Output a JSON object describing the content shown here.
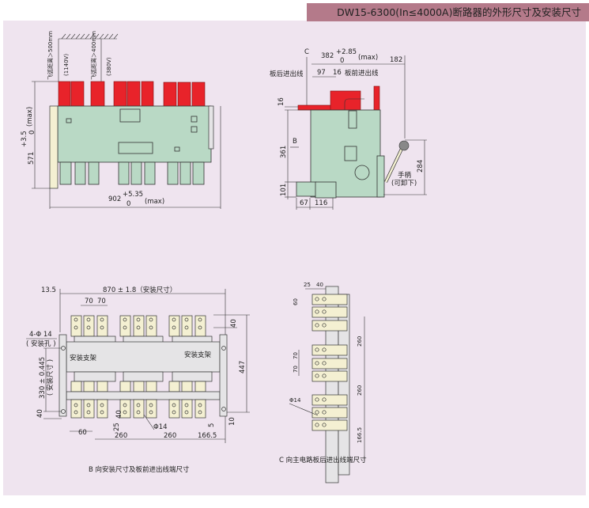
{
  "header": {
    "title": "DW15-6300(In≤4000A)断路器的外形尺寸及安装尺寸"
  },
  "colors": {
    "header_bg": "#b47a8a",
    "panel_bg": "#efe4ef",
    "terminal_red": "#e8232a",
    "body_green": "#b9d9c5"
  },
  "front_view": {
    "clearance_1140": "飞弧距离＞500mm",
    "voltage_1140": "(1140V)",
    "clearance_380": "飞弧距离＞400mm",
    "voltage_380": "(380V)",
    "height_dim": "571",
    "height_tol_plus": "+3.5",
    "height_tol_minus": "0",
    "height_max": "(max)",
    "width_dim": "902",
    "width_tol_plus": "+5.35",
    "width_tol_minus": "0",
    "width_max": "(max)"
  },
  "side_view": {
    "c_marker": "C",
    "b_marker": "B",
    "depth_dim": "382",
    "depth_tol_plus": "+2.85",
    "depth_tol_minus": "0",
    "depth_max": "(max)",
    "handle_dim": "182",
    "rear_label": "板后进出线",
    "front_label": "板前进出线",
    "dim_97": "97",
    "dim_16_top": "16",
    "dim_16_left": "16",
    "dim_361": "361",
    "dim_101": "101",
    "dim_67": "67",
    "dim_116": "116",
    "dim_284": "284",
    "handle_label": "手柄",
    "handle_note": "(可卸下)"
  },
  "b_view": {
    "dim_13_5": "13.5",
    "install_width": "870 ± 1.8（安装尺寸）",
    "dim_70a": "70",
    "dim_70b": "70",
    "holes": "4-Φ 14",
    "holes_note": "( 安装孔 )",
    "bracket_left": "安装支架",
    "bracket_right": "安装支架",
    "install_height": "330 ± 0.445",
    "install_height_note": "( 安装尺寸 )",
    "dim_40_left": "40",
    "dim_40_right": "40",
    "dim_447": "447",
    "dim_40_mid": "40",
    "dim_25": "25",
    "dim_60": "60",
    "phi14": "Φ14",
    "dim_5": "5",
    "dim_10": "10",
    "dim_260a": "260",
    "dim_260b": "260",
    "dim_166_5": "166.5",
    "caption": "B 向安装尺寸及板前进出线端尺寸"
  },
  "c_view": {
    "dim_25": "25",
    "dim_40": "40",
    "dim_60": "60",
    "dim_70a": "70",
    "dim_70b": "70",
    "phi14": "Φ14",
    "dim_260a": "260",
    "dim_260b": "260",
    "dim_166_5": "166.5",
    "caption": "C 向主电路板后进出线端尺寸"
  }
}
